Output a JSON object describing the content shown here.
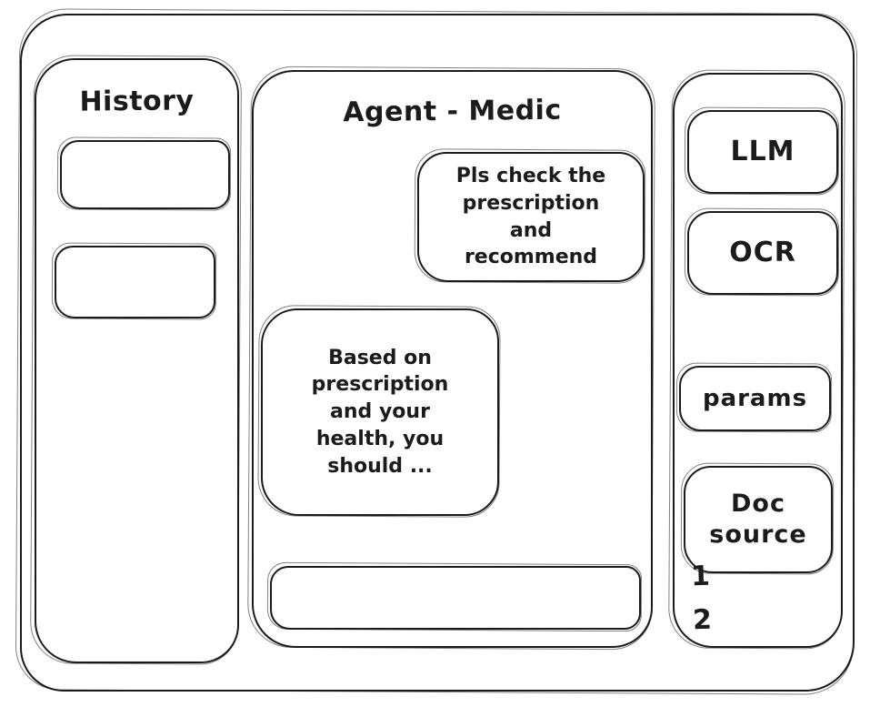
{
  "colors": {
    "stroke": "#1b1b1b",
    "background": "#ffffff"
  },
  "history_panel": {
    "title": "History",
    "item_count": 2
  },
  "chat": {
    "title": "Agent - Medic",
    "messages": [
      {
        "role": "user",
        "text": "Pls check the prescription and recommend"
      },
      {
        "role": "assistant",
        "text": "Based on prescription and your health, you should ..."
      }
    ],
    "input_value": ""
  },
  "tools_panel": {
    "buttons": [
      {
        "id": "llm",
        "label": "LLM"
      },
      {
        "id": "ocr",
        "label": "OCR"
      },
      {
        "id": "params",
        "label": "params"
      },
      {
        "id": "doc-source",
        "label": "Doc source"
      }
    ],
    "doc_source_items": [
      "1",
      "2"
    ]
  }
}
